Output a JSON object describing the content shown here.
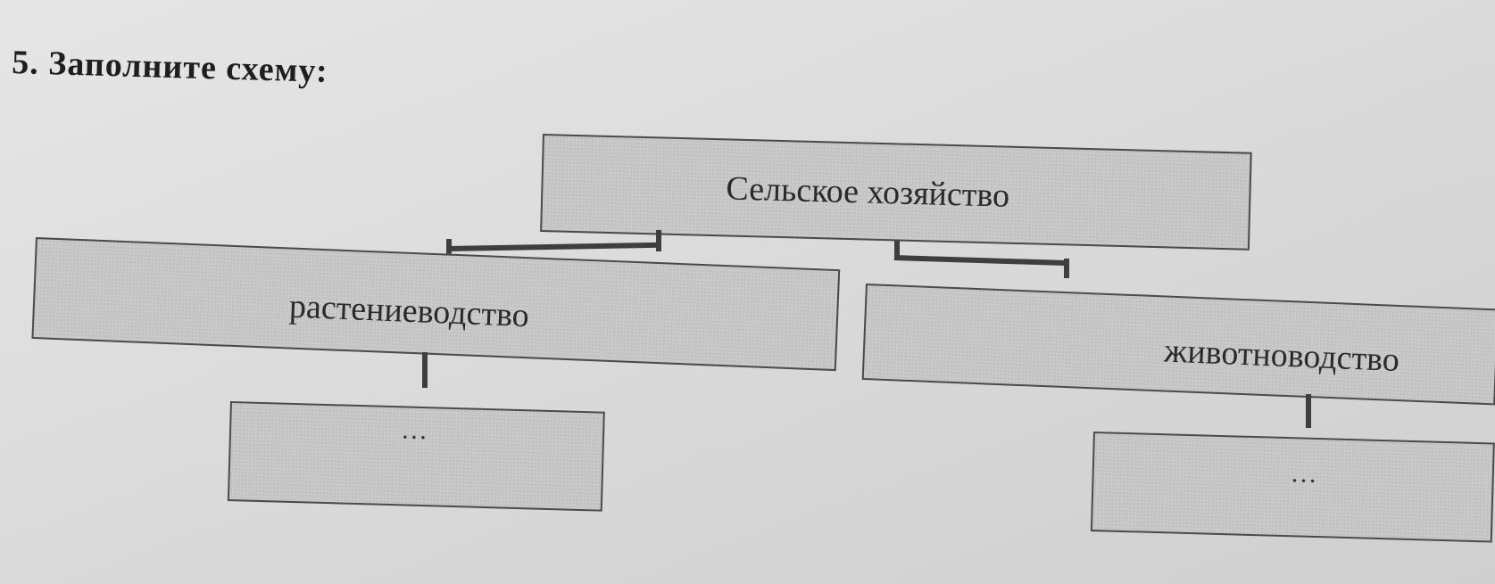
{
  "task": {
    "title": "5. Заполните схему:"
  },
  "diagram": {
    "root": {
      "label": "Сельское хозяйство"
    },
    "left_branch": {
      "label": "растениеводство",
      "child_placeholder": "…"
    },
    "right_branch": {
      "label": "животноводство",
      "child_placeholder": "…"
    }
  }
}
